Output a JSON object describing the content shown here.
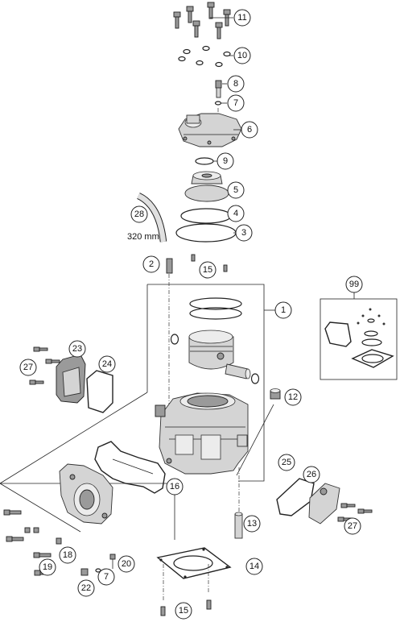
{
  "callouts": [
    {
      "label": "11"
    },
    {
      "label": "10"
    },
    {
      "label": "8"
    },
    {
      "label": "7"
    },
    {
      "label": "6"
    },
    {
      "label": "9"
    },
    {
      "label": "5"
    },
    {
      "label": "4"
    },
    {
      "label": "3"
    },
    {
      "label": "28"
    },
    {
      "label": "2"
    },
    {
      "label": "15"
    },
    {
      "label": "1"
    },
    {
      "label": "99"
    },
    {
      "label": "23"
    },
    {
      "label": "27"
    },
    {
      "label": "24"
    },
    {
      "label": "12"
    },
    {
      "label": "16"
    },
    {
      "label": "25"
    },
    {
      "label": "26"
    },
    {
      "label": "27"
    },
    {
      "label": "13"
    },
    {
      "label": "14"
    },
    {
      "label": "19"
    },
    {
      "label": "18"
    },
    {
      "label": "20"
    },
    {
      "label": "7"
    },
    {
      "label": "22"
    },
    {
      "label": "15"
    }
  ],
  "hose_length": "320 mm"
}
